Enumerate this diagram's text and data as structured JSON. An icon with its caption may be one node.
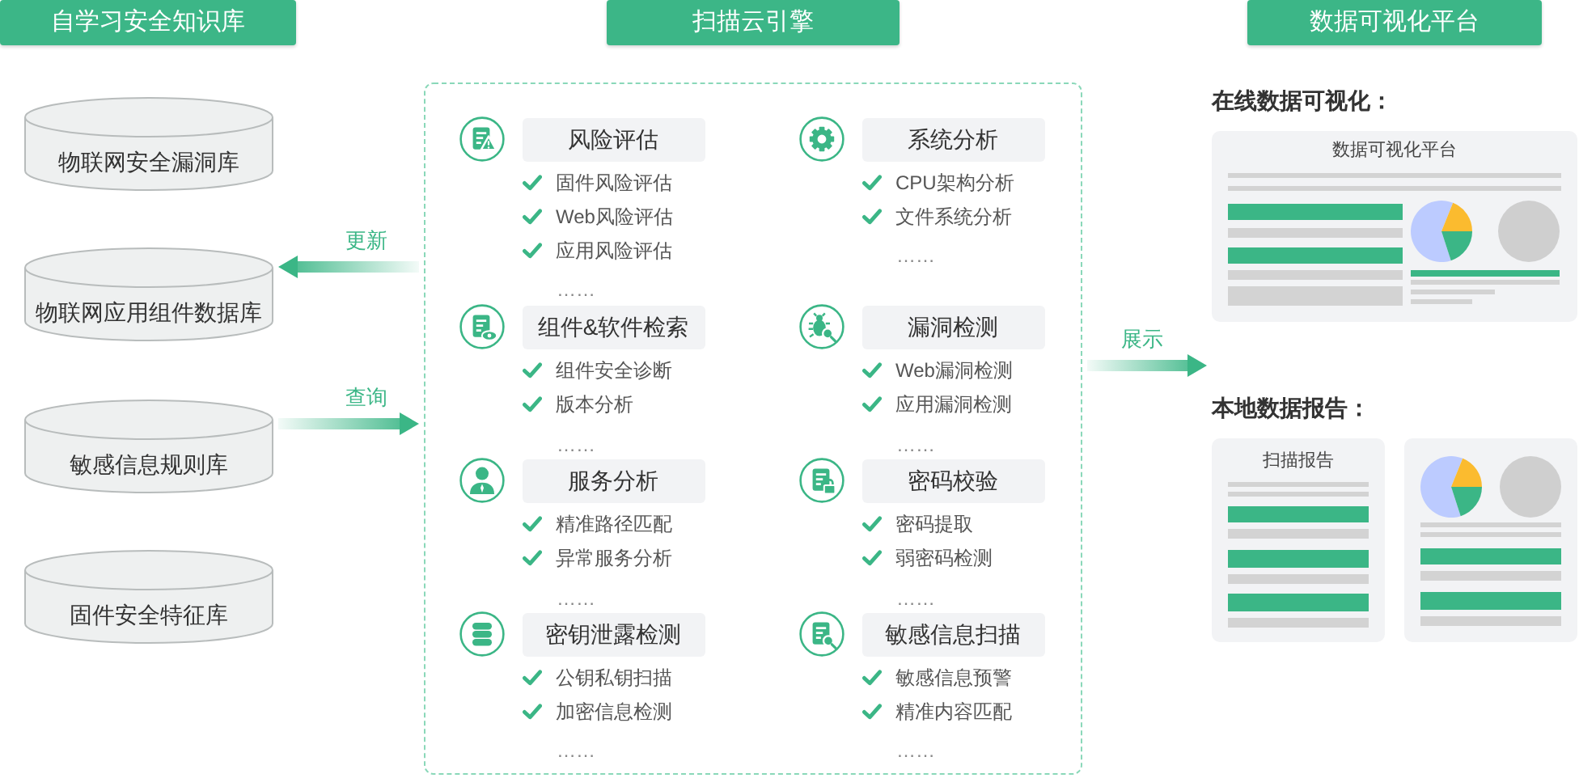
{
  "diagram": {
    "nodes": [
      {
        "text": [
          "自学习安全知识库"
        ]
      },
      {
        "text": [
          "扫描云引擎"
        ]
      },
      {
        "text": [
          "数据可视化平台"
        ]
      },
      {
        "text": [
          "物联网安全漏洞库"
        ]
      },
      {
        "text": [
          "物联网应用组件数据库"
        ]
      },
      {
        "text": [
          "敏感信息规则库"
        ]
      },
      {
        "text": [
          "固件安全特征库"
        ]
      },
      {
        "text": [],
        "shape": "box"
      },
      {
        "text": [
          "风险评估"
        ],
        "in": 7,
        "beside": [
          "固件风险评估",
          "Web风险评估",
          "应用风险评估"
        ]
      },
      {
        "text": [
          "系统分析"
        ],
        "in": 7,
        "beside": [
          "CPU架构分析",
          "文件系统分析"
        ]
      },
      {
        "text": [
          "组件&软件检索"
        ],
        "in": 7,
        "beside": [
          "组件安全诊断",
          "版本分析"
        ]
      },
      {
        "text": [
          "漏洞检测"
        ],
        "in": 7,
        "beside": [
          "Web漏洞检测",
          "应用漏洞检测"
        ]
      },
      {
        "text": [
          "服务分析"
        ],
        "in": 7,
        "beside": [
          "精准路径匹配",
          "异常服务分析"
        ]
      },
      {
        "text": [
          "密码校验"
        ],
        "in": 7,
        "beside": [
          "密码提取",
          "弱密码检测"
        ]
      },
      {
        "text": [
          "密钥泄露检测"
        ],
        "in": 7,
        "beside": [
          "公钥私钥扫描",
          "加密信息检测"
        ]
      },
      {
        "text": [
          "敏感信息扫描"
        ],
        "in": 7,
        "beside": [
          "敏感信息预警",
          "精准内容匹配"
        ]
      },
      {
        "text": [
          "数据可视化平台"
        ]
      },
      {
        "text": [
          "扫描报告"
        ]
      },
      {
        "text": [],
        "shape": "box"
      }
    ],
    "edges": [
      {
        "from": 7,
        "to": 4,
        "arrow": "to",
        "label": "更新"
      },
      {
        "from": 5,
        "to": 7,
        "arrow": "to",
        "label": "查询"
      },
      {
        "from": 7,
        "to": 16,
        "arrow": "to",
        "label": "展示"
      }
    ],
    "labels": [
      "在线数据可视化：",
      "……",
      "……",
      "本地数据报告：",
      "……",
      "……",
      "……",
      "……",
      "……",
      "……"
    ]
  }
}
